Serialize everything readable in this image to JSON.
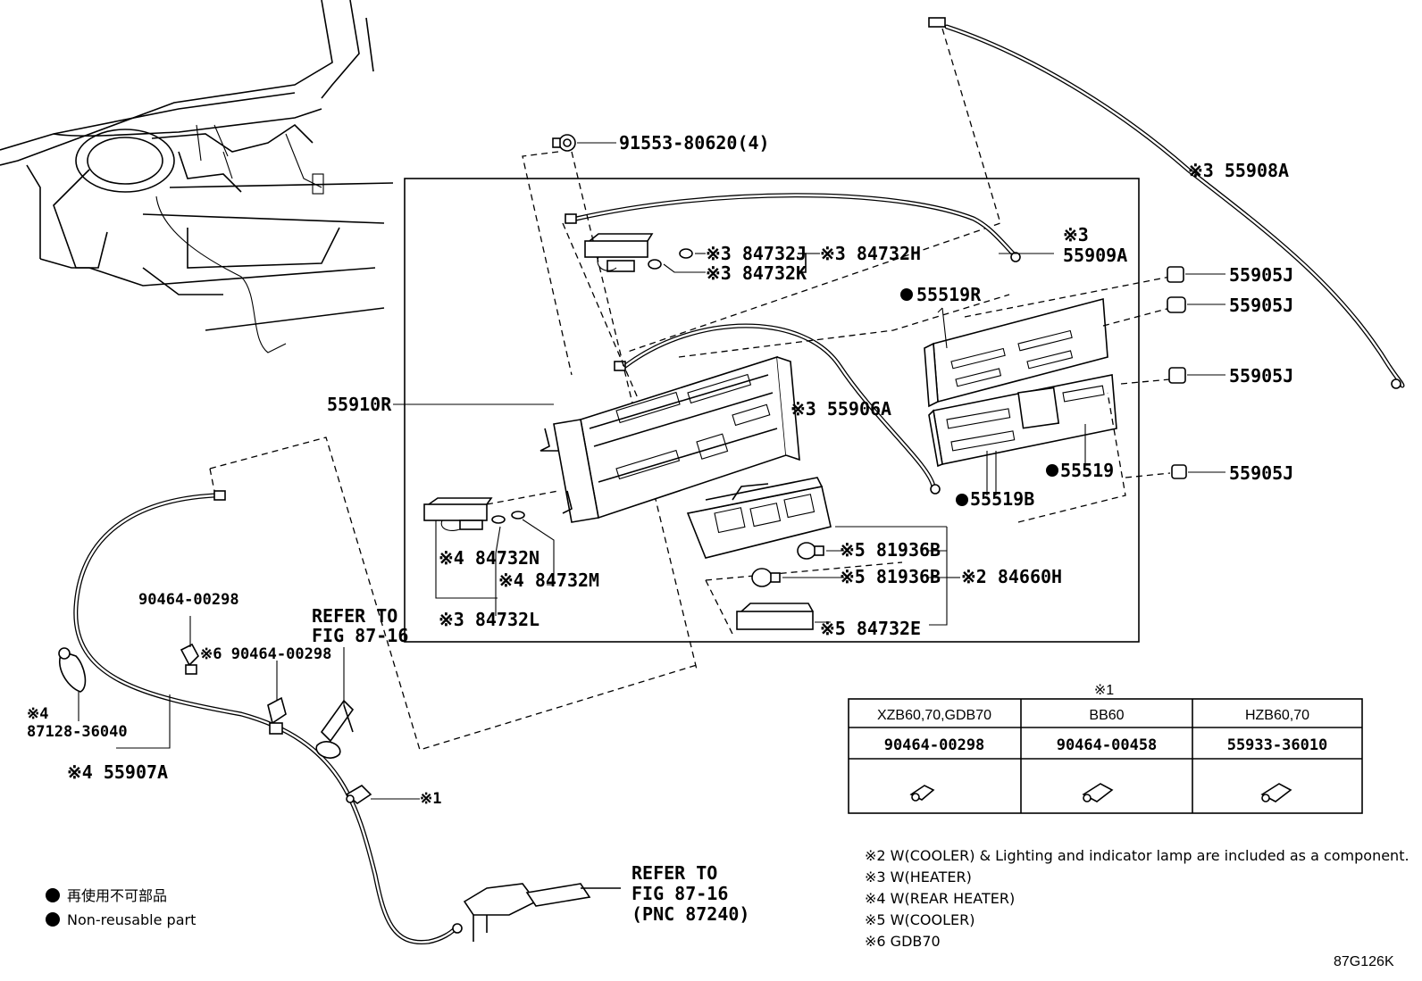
{
  "labels": {
    "bolt": "91553-80620(4)",
    "heater_cable": "※3 55908A",
    "cable_inner_n3": "※3",
    "cable_inner": "55909A",
    "bulb_j": "※3 84732J",
    "bulb_h": "※3 84732H",
    "bulb_k": "※3 84732K",
    "panel_r": "55519R",
    "knob_1": "55905J",
    "knob_2": "55905J",
    "knob_3": "55905J",
    "knob_4": "55905J",
    "control_assy": "55910R",
    "cable_a": "※3 55906A",
    "panel": "55519",
    "panel_b": "55519B",
    "bulb_n": "※4 84732N",
    "bulb_m": "※4 84732M",
    "bulb_l": "※3 84732L",
    "bulb_81936_1": "※5 81936B",
    "bulb_81936_2": "※5 81936B",
    "switch": "※2 84660H",
    "bulb_e": "※5 84732E",
    "clamp_top": "90464-00298",
    "clamp_6": "※6 90464-00298",
    "refer_1a": "REFER TO",
    "refer_1b": "FIG 87-16",
    "grommet_n": "※4",
    "grommet": "87128-36040",
    "rear_cable": "※4 55907A",
    "clip_ref": "※1",
    "refer_2a": "REFER TO",
    "refer_2b": "FIG 87-16",
    "refer_2c": "(PNC 87240)",
    "figure_code": "87G126K"
  },
  "legend": {
    "jp": "再使用不可部品",
    "en": "Non-reusable part"
  },
  "table": {
    "title": "※1",
    "headers": [
      "XZB60,70,GDB70",
      "BB60",
      "HZB60,70"
    ],
    "parts": [
      "90464-00298",
      "90464-00458",
      "55933-36010"
    ]
  },
  "notes": [
    "※2 W(COOLER) &  Lighting and indicator lamp are included as a component.",
    "※3 W(HEATER)",
    "※4 W(REAR HEATER)",
    "※5 W(COOLER)",
    "※6 GDB70"
  ]
}
